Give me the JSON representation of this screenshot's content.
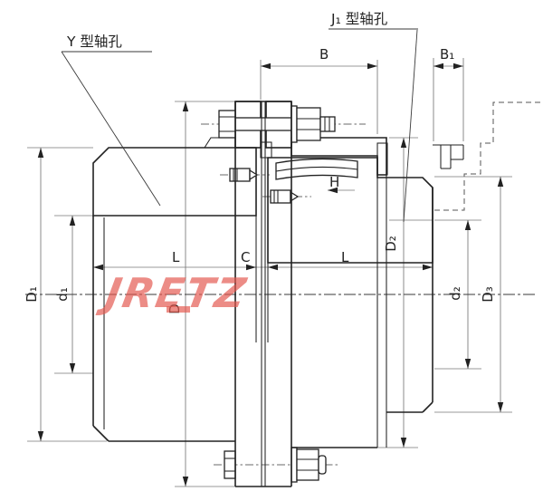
{
  "drawing": {
    "callouts": {
      "y_bore": "Y 型轴孔",
      "j1_bore": "J₁ 型轴孔"
    },
    "dimensions": {
      "B": "B",
      "B1": "B₁",
      "L_left": "L",
      "C": "C",
      "L_right": "L",
      "H": "H",
      "D1": "D₁",
      "d1": "d₁",
      "D": "D",
      "D2": "D₂",
      "d2": "d₂",
      "D3": "D₃"
    },
    "watermark": "JRETZ",
    "colors": {
      "line": "#222222",
      "dimension_line": "#777777",
      "watermark": "#e4574d",
      "background": "#ffffff"
    }
  }
}
